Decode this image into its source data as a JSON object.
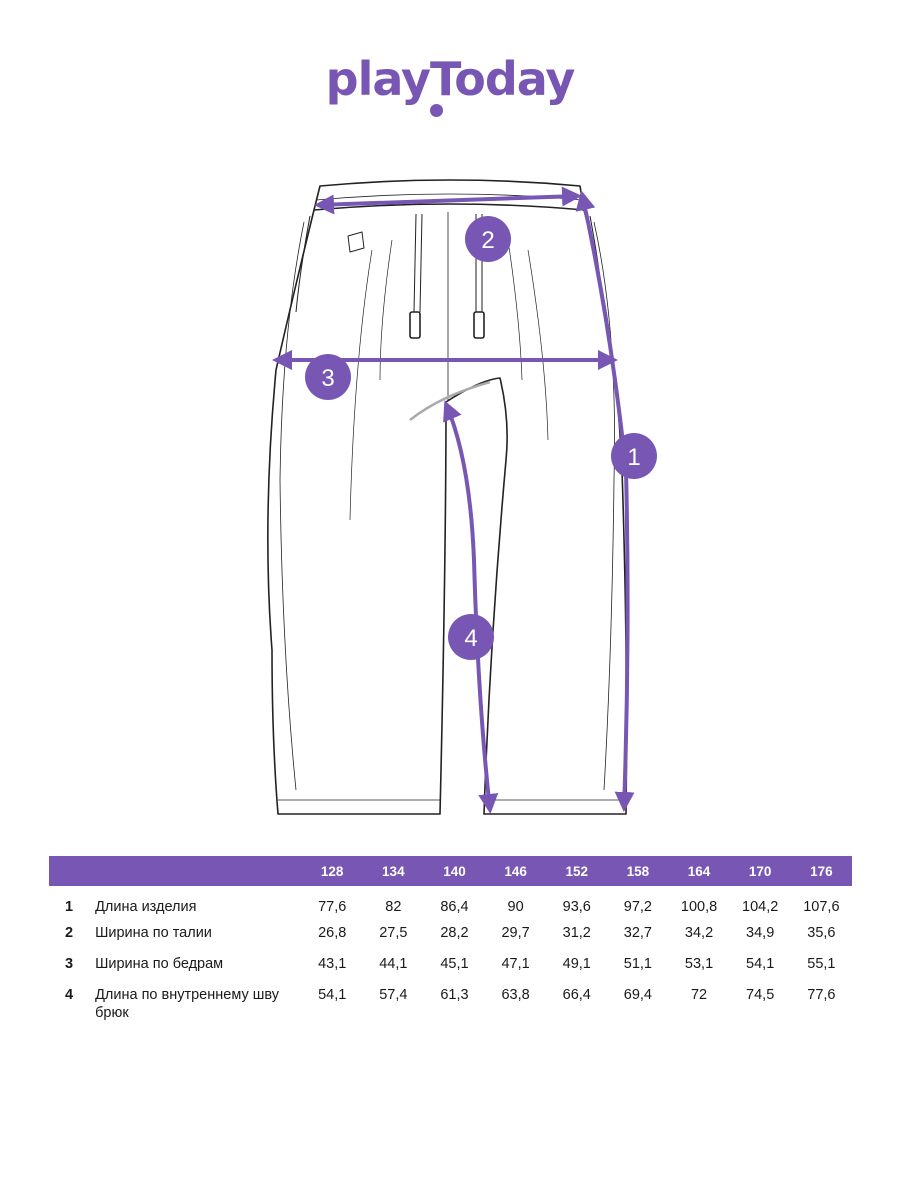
{
  "brand": {
    "logo_text": "playToday",
    "color": "#7757b3"
  },
  "markers": {
    "m1": "1",
    "m2": "2",
    "m3": "3",
    "m4": "4"
  },
  "table": {
    "sizes": [
      "128",
      "134",
      "140",
      "146",
      "152",
      "158",
      "164",
      "170",
      "176"
    ],
    "rows": [
      {
        "num": "1",
        "label": "Длина изделия",
        "values": [
          "77,6",
          "82",
          "86,4",
          "90",
          "93,6",
          "97,2",
          "100,8",
          "104,2",
          "107,6"
        ]
      },
      {
        "num": "2",
        "label": "Ширина по талии",
        "values": [
          "26,8",
          "27,5",
          "28,2",
          "29,7",
          "31,2",
          "32,7",
          "34,2",
          "34,9",
          "35,6"
        ]
      },
      {
        "num": "3",
        "label": "Ширина по бедрам",
        "values": [
          "43,1",
          "44,1",
          "45,1",
          "47,1",
          "49,1",
          "51,1",
          "53,1",
          "54,1",
          "55,1"
        ]
      },
      {
        "num": "4",
        "label": "Длина по внутреннему шву брюк",
        "values": [
          "54,1",
          "57,4",
          "61,3",
          "63,8",
          "66,4",
          "69,4",
          "72",
          "74,5",
          "77,6"
        ]
      }
    ]
  }
}
